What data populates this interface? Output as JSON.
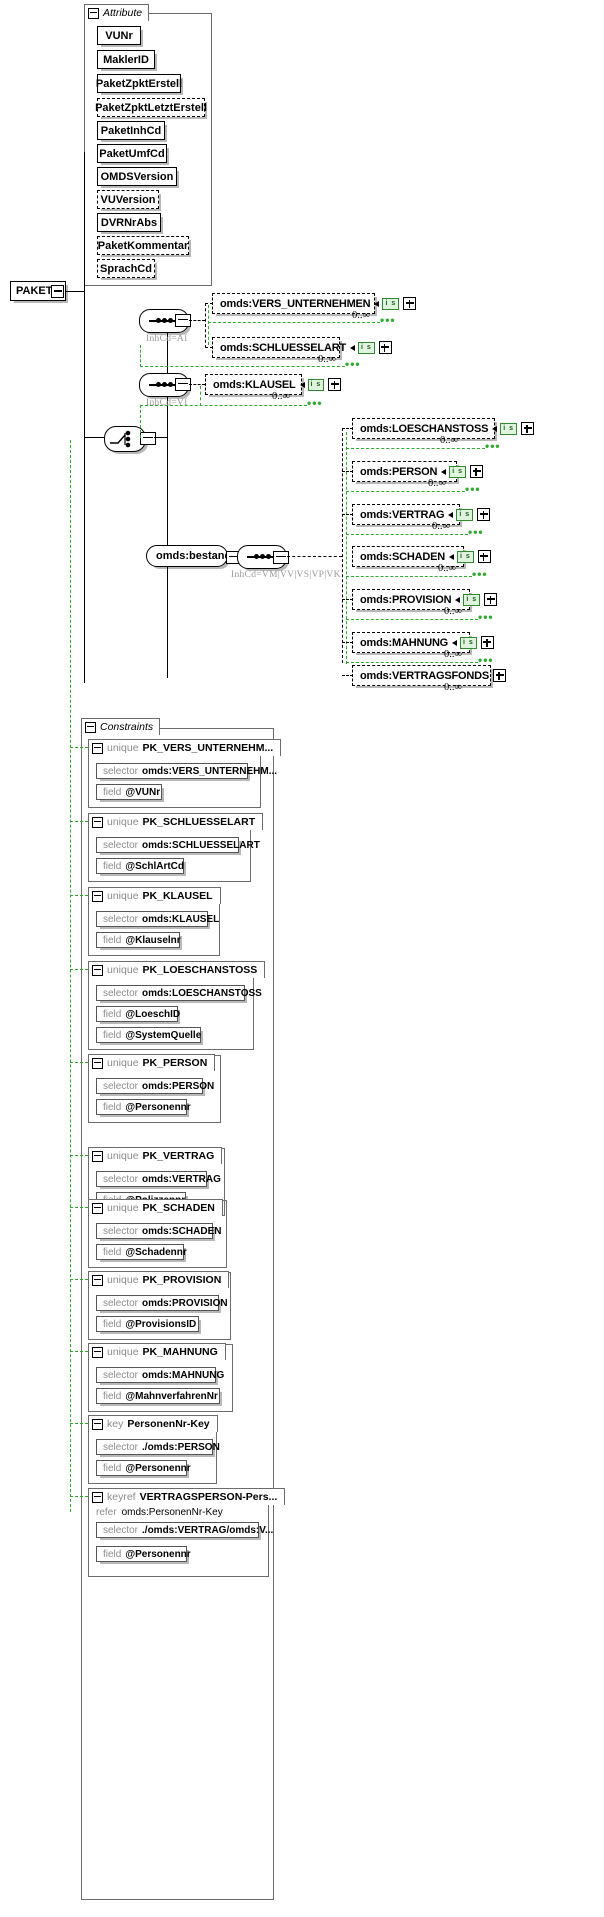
{
  "diagram": {
    "root": {
      "label": "PAKET"
    },
    "attribute_group": {
      "title": "Attribute",
      "items": [
        {
          "label": "VUNr",
          "optional": false
        },
        {
          "label": "MaklerID",
          "optional": false
        },
        {
          "label": "PaketZpktErstell",
          "optional": false
        },
        {
          "label": "PaketZpktLetztErstell",
          "optional": true
        },
        {
          "label": "PaketInhCd",
          "optional": false
        },
        {
          "label": "PaketUmfCd",
          "optional": false
        },
        {
          "label": "OMDSVersion",
          "optional": false
        },
        {
          "label": "VUVersion",
          "optional": true
        },
        {
          "label": "DVRNrAbs",
          "optional": false
        },
        {
          "label": "PaketKommentar",
          "optional": true
        },
        {
          "label": "SprachCd",
          "optional": true
        }
      ]
    },
    "branches": [
      {
        "compositor": "sequence",
        "annotation": "InhCd=AI",
        "elements": [
          {
            "label": "omds:VERS_UNTERNEHMEN",
            "badge": "i s",
            "occurs": "0..∞",
            "expander": "plus"
          },
          {
            "label": "omds:SCHLUESSELART",
            "badge": "i s",
            "occurs": "0..∞",
            "expander": "plus"
          }
        ]
      },
      {
        "compositor": "sequence",
        "annotation": "InhCd=VI",
        "elements": [
          {
            "label": "omds:KLAUSEL",
            "badge": "i s",
            "occurs": "0..∞",
            "expander": "plus"
          }
        ]
      },
      {
        "compositor": "element",
        "element_label": "omds:bestand",
        "inner_compositor": "sequence",
        "annotation": "InhCd=VM|VV|VS|VP|VK",
        "elements": [
          {
            "label": "omds:LOESCHANSTOSS",
            "badge": "i s",
            "occurs": "0..∞",
            "expander": "plus"
          },
          {
            "label": "omds:PERSON",
            "badge": "i s",
            "occurs": "0..∞",
            "expander": "plus"
          },
          {
            "label": "omds:VERTRAG",
            "badge": "i s",
            "occurs": "0..∞",
            "expander": "plus"
          },
          {
            "label": "omds:SCHADEN",
            "badge": "i s",
            "occurs": "0..∞",
            "expander": "plus"
          },
          {
            "label": "omds:PROVISION",
            "badge": "i s",
            "occurs": "0..∞",
            "expander": "plus"
          },
          {
            "label": "omds:MAHNUNG",
            "badge": "i s",
            "occurs": "0..∞",
            "expander": "plus"
          },
          {
            "label": "omds:VERTRAGSFONDS",
            "badge": "",
            "occurs": "0..∞",
            "expander": "plus"
          }
        ]
      }
    ],
    "constraints": {
      "title": "Constraints",
      "labels": {
        "selector": "selector",
        "field": "field",
        "refer": "refer"
      },
      "items": [
        {
          "kind": "unique",
          "name": "PK_VERS_UNTERNEHM...",
          "selector": "omds:VERS_UNTERNEHM...",
          "fields": [
            "@VUNr"
          ]
        },
        {
          "kind": "unique",
          "name": "PK_SCHLUESSELART",
          "selector": "omds:SCHLUESSELART",
          "fields": [
            "@SchlArtCd"
          ]
        },
        {
          "kind": "unique",
          "name": "PK_KLAUSEL",
          "selector": "omds:KLAUSEL",
          "fields": [
            "@Klauselnr"
          ]
        },
        {
          "kind": "unique",
          "name": "PK_LOESCHANSTOSS",
          "selector": "omds:LOESCHANSTOSS",
          "fields": [
            "@LoeschID",
            "@SystemQuelle"
          ]
        },
        {
          "kind": "unique",
          "name": "PK_PERSON",
          "selector": "omds:PERSON",
          "fields": [
            "@Personennr"
          ]
        },
        {
          "kind": "unique",
          "name": "PK_VERTRAG",
          "selector": "omds:VERTRAG",
          "fields": [
            "@Polizzennr"
          ]
        },
        {
          "kind": "unique",
          "name": "PK_SCHADEN",
          "selector": "omds:SCHADEN",
          "fields": [
            "@Schadennr"
          ]
        },
        {
          "kind": "unique",
          "name": "PK_PROVISION",
          "selector": "omds:PROVISION",
          "fields": [
            "@ProvisionsID"
          ]
        },
        {
          "kind": "unique",
          "name": "PK_MAHNUNG",
          "selector": "omds:MAHNUNG",
          "fields": [
            "@MahnverfahrenNr"
          ]
        },
        {
          "kind": "key",
          "name": "PersonenNr-Key",
          "selector": "./omds:PERSON",
          "fields": [
            "@Personennr"
          ]
        },
        {
          "kind": "keyref",
          "name": "VERTRAGSPERSON-Pers...",
          "refer": "omds:PersonenNr-Key",
          "selector": "./omds:VERTRAG/omds:V...",
          "fields": [
            "@Personennr"
          ]
        }
      ]
    }
  }
}
